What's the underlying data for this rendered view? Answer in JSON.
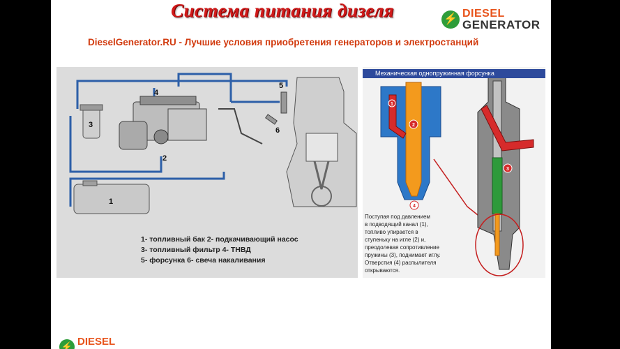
{
  "slide": {
    "title": "Система питания дизеля",
    "subtitle": "DieselGenerator.RU - Лучшие условия приобретения генераторов и электростанций",
    "logo": {
      "word1": "DIESEL",
      "word2": "GENERATOR"
    }
  },
  "diagram_left": {
    "labels": [
      "1",
      "2",
      "3",
      "4",
      "5",
      "6"
    ],
    "legend": [
      "1- топливный бак   2- подкачивающий насос",
      "3- топливный фильтр   4- ТНВД",
      "5- форсунка     6- свеча накаливания"
    ]
  },
  "diagram_right": {
    "header": "Механическая однопружинная форсунка",
    "markers": [
      "1",
      "2",
      "3",
      "4"
    ],
    "text": [
      "Поступая под давлением",
      "в подводящий канал (1),",
      "топливо упирается в",
      "ступеньку на игле (2) и,",
      "преодолевая сопротивление",
      "пружины (3), поднимает иглу.",
      "Отверстия (4) распылителя",
      "открываются."
    ]
  },
  "bottom_logo": {
    "word1": "DIESEL"
  },
  "colors": {
    "title": "#d01a1a",
    "subtitle": "#d23b0f",
    "fuel_line": "#2d5fa8",
    "nozzle": "#f39a1d",
    "header_bg": "#2d4a9c"
  }
}
